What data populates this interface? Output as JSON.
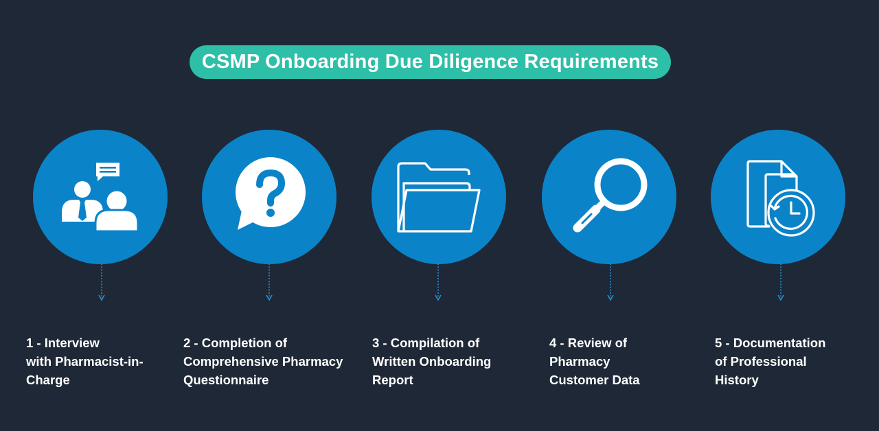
{
  "title": "CSMP Onboarding Due Diligence Requirements",
  "colors": {
    "background": "#1f2836",
    "title_pill": "#2dbfa7",
    "circle": "#0b83c9",
    "connector": "#2a8fd6",
    "text": "#ffffff"
  },
  "steps": [
    {
      "icon": "interview-people-icon",
      "label": "1 - Interview\nwith Pharmacist-in-\nCharge"
    },
    {
      "icon": "question-bubble-icon",
      "label": "2 - Completion of\nComprehensive Pharmacy\nQuestionnaire"
    },
    {
      "icon": "folder-icon",
      "label": "3 - Compilation of\nWritten Onboarding\nReport"
    },
    {
      "icon": "magnifying-glass-icon",
      "label": "4 - Review of\nPharmacy\nCustomer Data"
    },
    {
      "icon": "document-history-icon",
      "label": "5 - Documentation\nof Professional\nHistory"
    }
  ]
}
